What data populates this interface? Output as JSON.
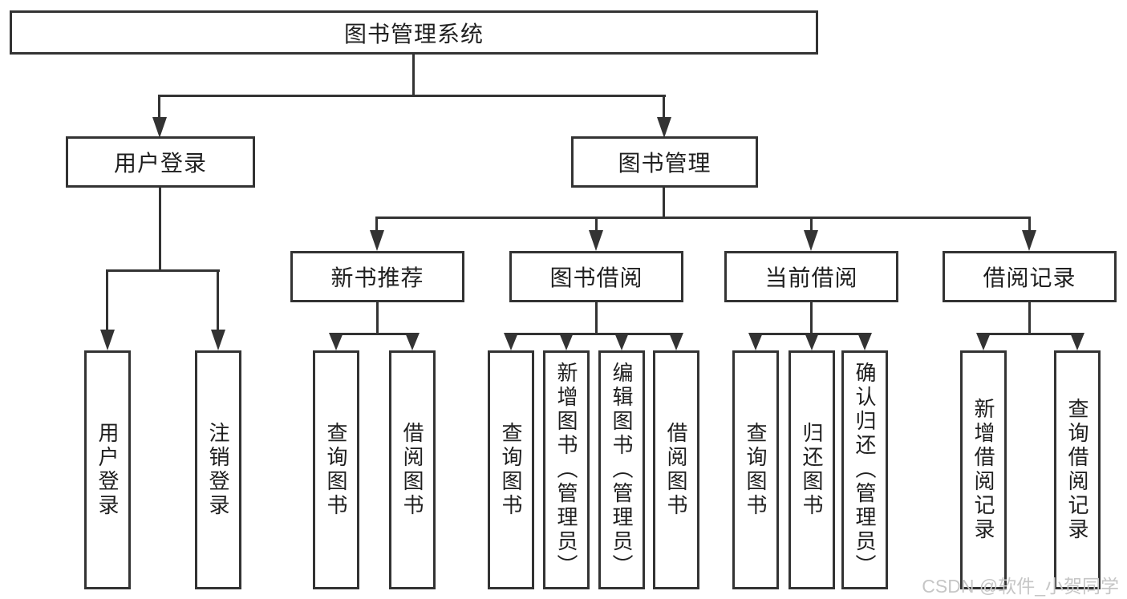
{
  "nodes": {
    "library_system": "图书管理系统",
    "user_login": "用户登录",
    "book_management": "图书管理",
    "new_book_recommend": "新书推荐",
    "book_borrowing": "图书借阅",
    "current_borrowing": "当前借阅",
    "borrow_records": "借阅记录"
  },
  "leaves": {
    "user_login": "用户登录",
    "logout": "注销登录",
    "rec_query_books": "查询图书",
    "rec_borrow_books": "借阅图书",
    "bb_query_books": "查询图书",
    "bb_add_books": "新增图书（管理员）",
    "bb_edit_books": "编辑图书（管理员）",
    "bb_borrow_books": "借阅图书",
    "cb_query_books": "查询图书",
    "cb_return_books": "归还图书",
    "cb_confirm_return": "确认归还（管理员）",
    "br_add_record": "新增借阅记录",
    "br_query_record": "查询借阅记录"
  },
  "watermark": "CSDN @软件_小贺同学",
  "colors": {
    "line": "#333333",
    "text": "#1f1f1f",
    "watermark": "#c6c6c6",
    "background": "#ffffff"
  }
}
